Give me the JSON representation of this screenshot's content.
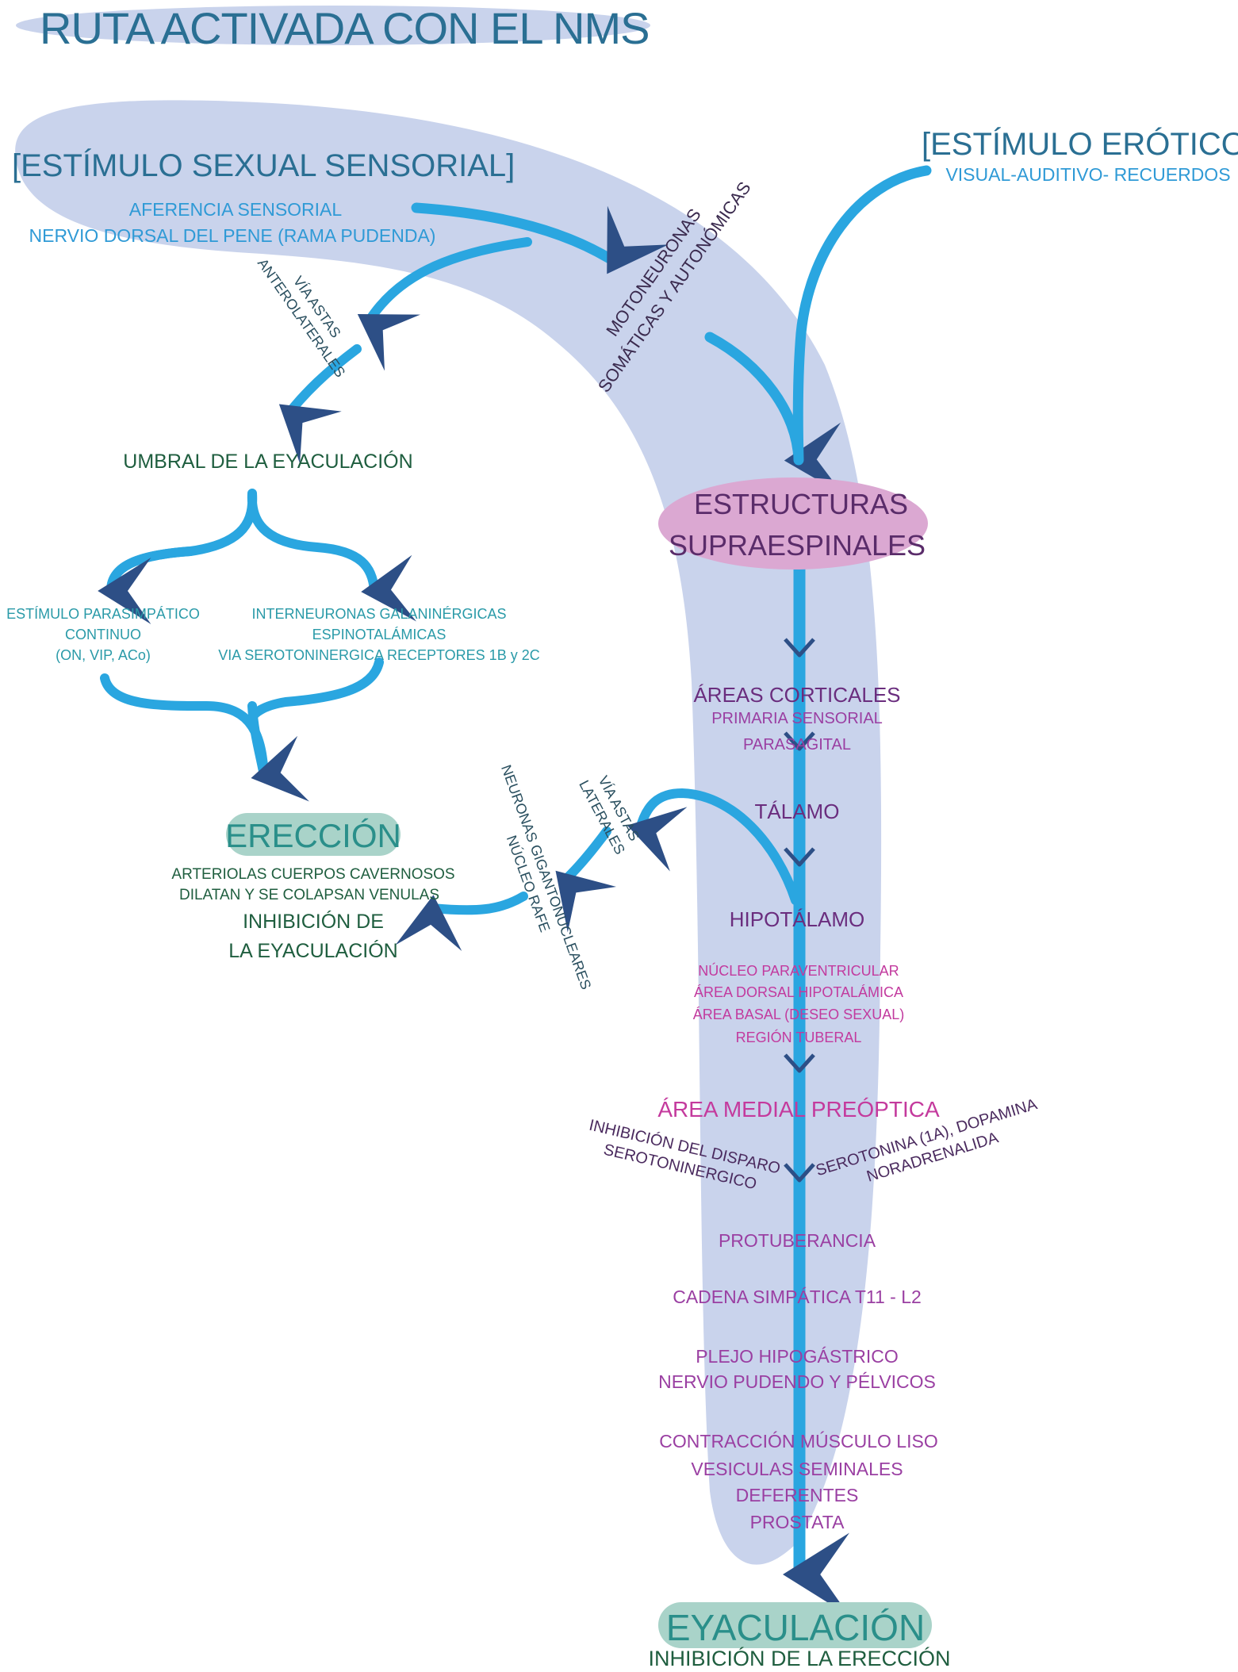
{
  "title": "RUTA ACTIVADA CON EL NMS",
  "sensory": {
    "heading": "[ESTÍMULO SEXUAL SENSORIAL]",
    "line1": "AFERENCIA SENSORIAL",
    "line2": "NERVIO DORSAL DEL PENE (RAMA PUDENDA)"
  },
  "erotic": {
    "heading": "[ESTÍMULO ERÓTICO]",
    "line1": "VISUAL-AUDITIVO- RECUERDOS"
  },
  "moto": {
    "line1": "MOTONEURONAS",
    "line2": "SOMÁTICAS Y AUTONÓMICAS"
  },
  "via_antero": {
    "line1": "VÍA ASTAS",
    "line2": "ANTEROLATERALES"
  },
  "umbral": "UMBRAL DE LA EYACULACIÓN",
  "parasimp": {
    "line1": "ESTÍMULO PARASIMPÁTICO",
    "line2": "CONTINUO",
    "line3": "(ON, VIP, ACo)"
  },
  "interneuronas": {
    "line1": "INTERNEURONAS GALANINÉRGICAS",
    "line2": "ESPINOTALÁMICAS",
    "line3": "VIA SEROTONINERGICA RECEPTORES 1B y 2C"
  },
  "ereccion": {
    "label": "ERECCIÓN",
    "line1": "ARTERIOLAS CUERPOS CAVERNOSOS",
    "line2": "DILATAN Y SE COLAPSAN VENULAS",
    "line3": "INHIBICIÓN DE",
    "line4": "LA EYACULACIÓN"
  },
  "via_laterales": {
    "line1": "VÍA ASTAS",
    "line2": "LATERALES"
  },
  "neuronas": {
    "line1": "NEURONAS GIGANTONUCLEARES",
    "line2": "NÚCLEO RAFE"
  },
  "supra": {
    "line1": "ESTRUCTURAS",
    "line2": "SUPRAESPINALES"
  },
  "areas": {
    "heading": "ÁREAS CORTICALES",
    "line1": "PRIMARIA SENSORIAL",
    "line2": "PARASAGITAL"
  },
  "talamo": "TÁLAMO",
  "hipotalamo": {
    "heading": "HIPOTÁLAMO",
    "line1": "NÚCLEO PARAVENTRICULAR",
    "line2": "ÁREA DORSAL HIPOTALÁMICA",
    "line3": "ÁREA BASAL (DESEO SEXUAL)",
    "line4": "REGIÓN TUBERAL"
  },
  "medial": "ÁREA MEDIAL PREÓPTICA",
  "inhib_disparo": {
    "line1": "INHIBICIÓN DEL DISPARO",
    "line2": "SEROTONINERGICO"
  },
  "serotonina": {
    "line1": "SEROTONINA (1A), DOPAMINA",
    "line2": "NORADRENALIDA"
  },
  "protuberancia": "PROTUBERANCIA",
  "cadena": "CADENA SIMPÁTICA T11 - L2",
  "plejo": {
    "line1": "PLEJO HIPOGÁSTRICO",
    "line2": "NERVIO PUDENDO Y PÉLVICOS"
  },
  "contraccion": {
    "line1": "CONTRACCIÓN MÚSCULO LISO",
    "line2": "VESICULAS SEMINALES",
    "line3": "DEFERENTES",
    "line4": "PROSTATA"
  },
  "eyaculacion": {
    "label": "EYACULACIÓN",
    "line1": "INHIBICIÓN DE LA ERECCIÓN"
  },
  "colors": {
    "band": "#c9d3ec",
    "arrow": "#2aa6e0",
    "arrowhead": "#2d4f86",
    "supra_fill": "#dba8d2",
    "green_pill": "#a9d3c9"
  }
}
